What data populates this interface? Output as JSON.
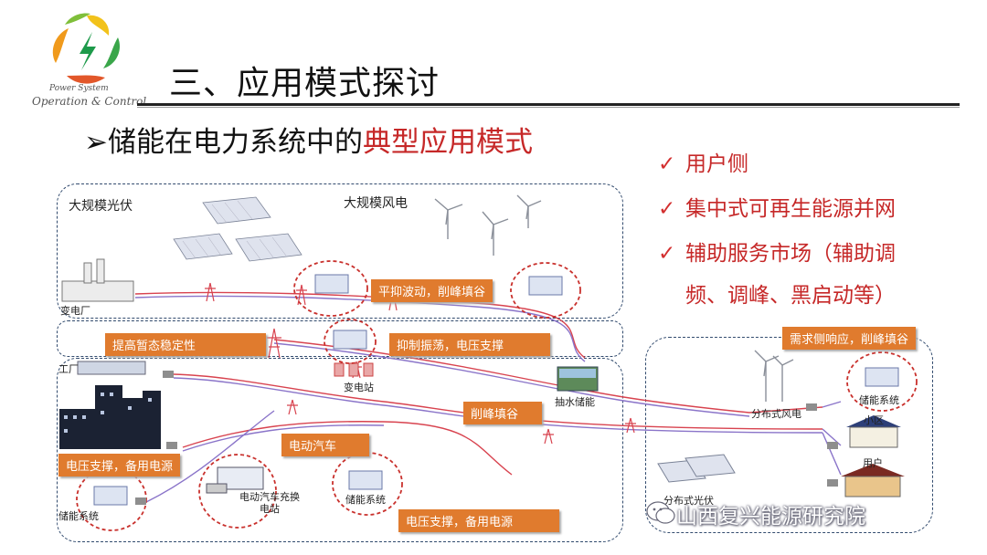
{
  "header": {
    "logo_line1": "Power System",
    "logo_line2": "Operation & Control",
    "title": "三、应用模式探讨",
    "subtitle_prefix": "储能在电力系统中的",
    "subtitle_highlight": "典型应用模式"
  },
  "bullets": {
    "mark": "✓",
    "item1": "用户侧",
    "item2": "集中式可再生能源并网",
    "item3_line1": "辅助服务市场（辅助调",
    "item3_line2": "频、调峰、黑启动等）"
  },
  "diagram": {
    "label_pv": "大规模光伏",
    "label_wind": "大规模风电",
    "label_substation_top": "变电厂",
    "tag_smooth": "平抑波动，削峰填谷",
    "tag_stability": "提高暂态稳定性",
    "tag_oscillation": "抑制振荡，电压支撑",
    "label_factory": "工厂",
    "label_substation": "变电站",
    "label_pumped": "抽水储能",
    "tag_peak": "削峰填谷",
    "tag_ev": "电动汽车",
    "tag_voltage_left": "电压支撑，备用电源",
    "label_storage_left": "储能系统",
    "label_ev_station": "电动汽车充换电站",
    "label_storage_mid": "储能系统",
    "tag_voltage_bottom": "电压支撑，备用电源",
    "tag_demand": "需求侧响应，削峰填谷",
    "label_dist_wind": "分布式风电",
    "label_storage_right": "储能系统",
    "label_community": "小区",
    "label_user": "用户",
    "label_dist_pv": "分布式光伏"
  },
  "watermark": "山西复兴能源研究院",
  "colors": {
    "accent_red": "#c62828",
    "tag_orange": "#e07b2e",
    "zone_border": "#324b6e",
    "line_red": "#d8434f",
    "line_purple": "#8a74c9"
  }
}
